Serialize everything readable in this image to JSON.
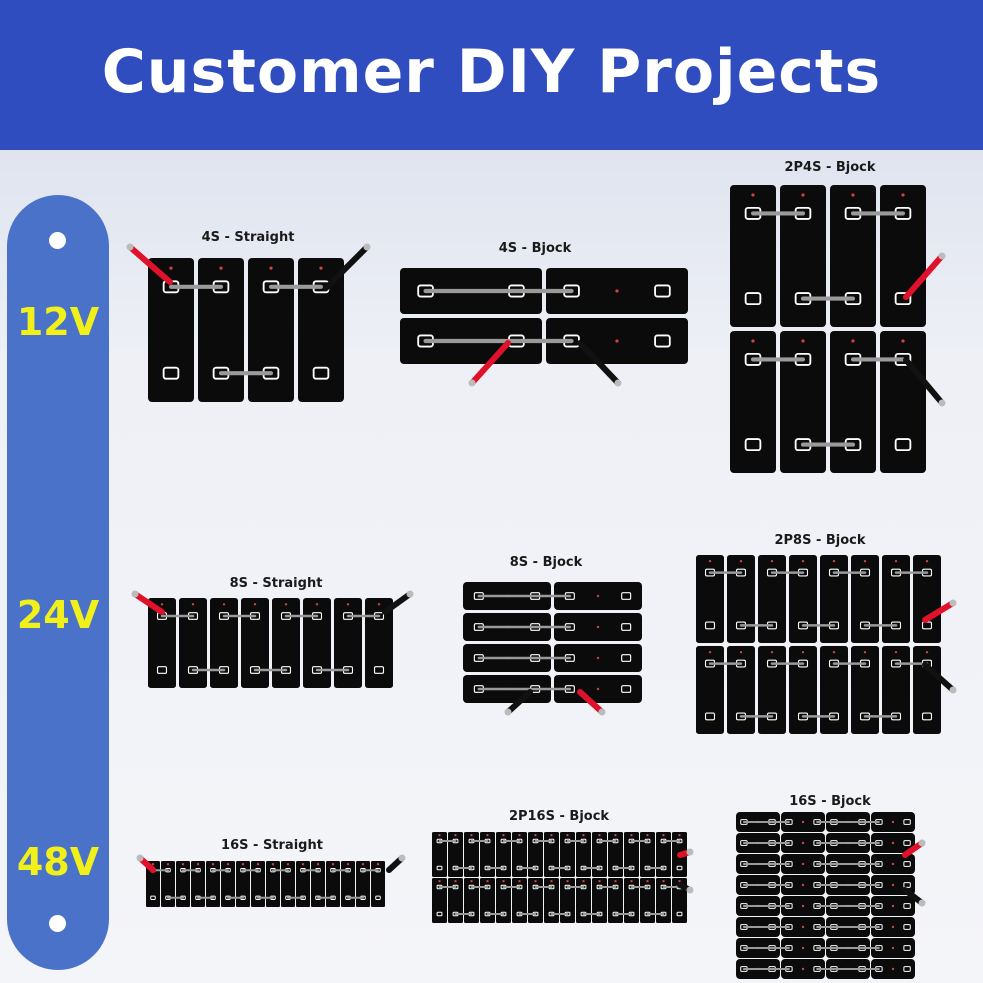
{
  "header": {
    "title": "Customer DIY Projects"
  },
  "voltage_levels": [
    "12V",
    "24V",
    "48V"
  ],
  "colors": {
    "banner": "#2f4dbf",
    "voltage_bar": "#4a72c8",
    "voltage_text": "#f2f01a",
    "cell": "#0b0b0b",
    "busbar": "#9a9a9a",
    "positive_lead": "#e0122b",
    "negative_lead": "#111111"
  },
  "projects": [
    {
      "id": "p1",
      "label": "4S - Straight"
    },
    {
      "id": "p2",
      "label": "4S - Bjock"
    },
    {
      "id": "p3",
      "label": "2P4S - Bjock"
    },
    {
      "id": "p4",
      "label": "8S - Straight"
    },
    {
      "id": "p5",
      "label": "8S - Bjock"
    },
    {
      "id": "p6",
      "label": "2P8S - Bjock"
    },
    {
      "id": "p7",
      "label": "16S - Straight"
    },
    {
      "id": "p8",
      "label": "2P16S - Bjock"
    },
    {
      "id": "p9",
      "label": "16S - Bjock"
    }
  ]
}
